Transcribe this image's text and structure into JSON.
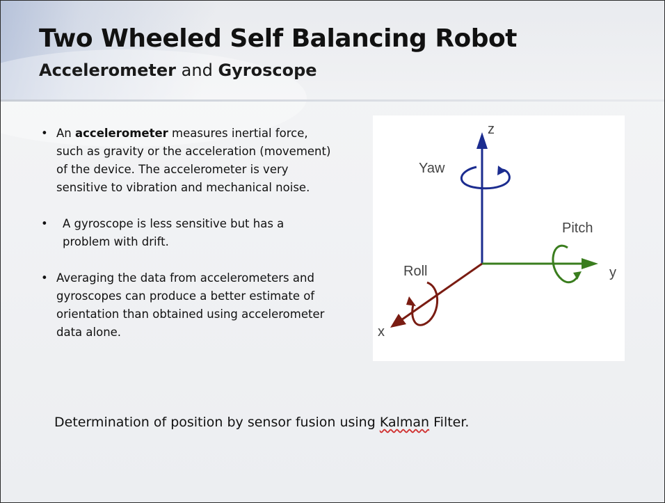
{
  "slide": {
    "title": "Two Wheeled Self Balancing Robot",
    "subtitle": {
      "part1": "Accelerometer",
      "part2": " and ",
      "part3": "Gyroscope"
    },
    "bullets": [
      {
        "pre": "An ",
        "bold": "accelerometer",
        "post": " measures inertial force, such as gravity or the acceleration (movement) of the device. The accelerometer is very sensitive to vibration and mechanical noise."
      },
      {
        "text": "A gyroscope is less sensitive but has a problem with drift."
      },
      {
        "text": "Averaging the data from accelerometers and gyroscopes can produce a better estimate of orientation than obtained using accelerometer data alone."
      }
    ],
    "figure": {
      "axis_z": "z",
      "axis_y": "y",
      "axis_x": "x",
      "label_yaw": "Yaw",
      "label_pitch": "Pitch",
      "label_roll": "Roll",
      "colors": {
        "z_axis": "#1b2c8f",
        "y_axis": "#3a7d1e",
        "x_axis": "#7a1c12"
      }
    },
    "footer": {
      "pre": "Determination of position by sensor fusion using ",
      "kalman": "Kalman",
      "post": " Filter."
    }
  }
}
